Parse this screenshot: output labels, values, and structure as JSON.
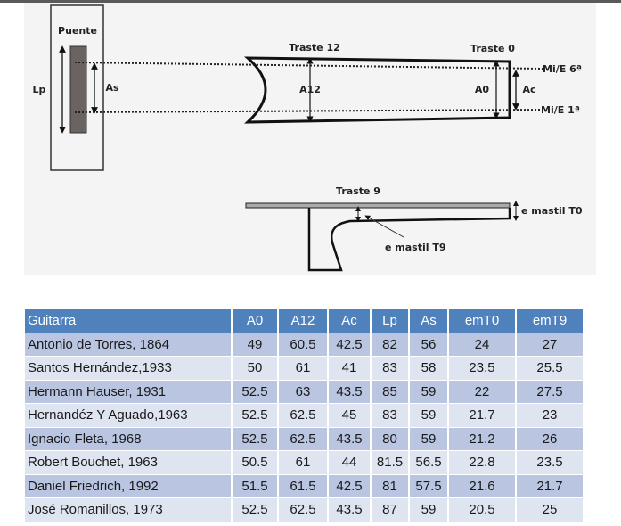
{
  "diagram": {
    "puente": "Puente",
    "lp": "Lp",
    "as": "As",
    "traste12": "Traste 12",
    "traste0": "Traste 0",
    "a12": "A12",
    "a0": "A0",
    "ac": "Ac",
    "string6": "Mi/E 6ª",
    "string1": "Mi/E 1ª",
    "traste9": "Traste 9",
    "emastil_t0": "e mastil T0",
    "emastil_t9": "e mastil T9"
  },
  "table": {
    "headers": [
      "Guitarra",
      "A0",
      "A12",
      "Ac",
      "Lp",
      "As",
      "emT0",
      "emT9"
    ],
    "rows": [
      [
        "Antonio de Torres, 1864",
        "49",
        "60.5",
        "42.5",
        "82",
        "56",
        "24",
        "27"
      ],
      [
        "Santos Hernández,1933",
        "50",
        "61",
        "41",
        "83",
        "58",
        "23.5",
        "25.5"
      ],
      [
        "Hermann Hauser, 1931",
        "52.5",
        "63",
        "43.5",
        "85",
        "59",
        "22",
        "27.5"
      ],
      [
        "Hernandéz Y Aguado,1963",
        "52.5",
        "62.5",
        "45",
        "83",
        "59",
        "21.7",
        "23"
      ],
      [
        "Ignacio Fleta, 1968",
        "52.5",
        "62.5",
        "43.5",
        "80",
        "59",
        "21.2",
        "26"
      ],
      [
        "Robert Bouchet, 1963",
        "50.5",
        "61",
        "44",
        "81.5",
        "56.5",
        "22.8",
        "23.5"
      ],
      [
        "Daniel Friedrich, 1992",
        "51.5",
        "61.5",
        "42.5",
        "81",
        "57.5",
        "21.6",
        "21.7"
      ],
      [
        "José Romanillos, 1973",
        "52.5",
        "62.5",
        "43.5",
        "87",
        "59",
        "20.5",
        "25"
      ]
    ]
  }
}
